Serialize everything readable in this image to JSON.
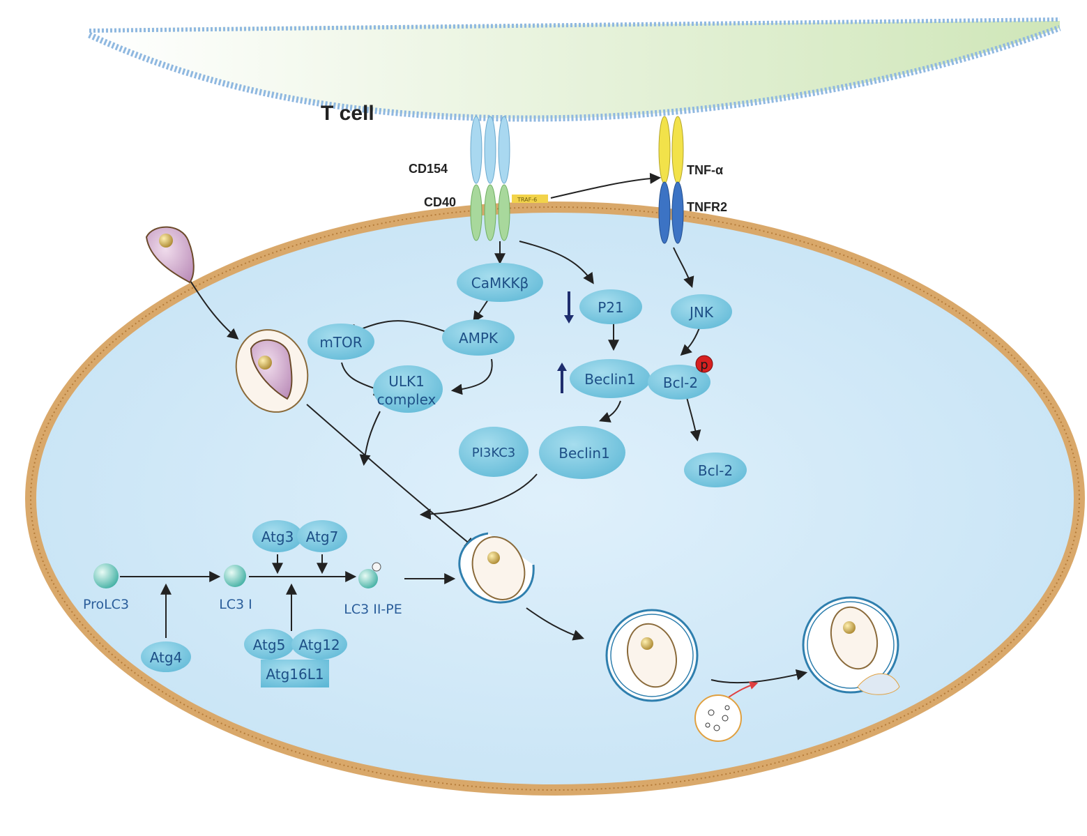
{
  "labels": {
    "t_cell": "T cell",
    "cd154": "CD154",
    "cd40": "CD40",
    "traf6": "TRAF-6",
    "tnf_alpha": "TNF-α",
    "tnfr2": "TNFR2",
    "phospho": "p"
  },
  "nodes": {
    "camkkb": "CaMKKβ",
    "ampk": "AMPK",
    "mtor": "mTOR",
    "ulk1_line1": "ULK1",
    "ulk1_line2": "complex",
    "p21": "P21",
    "beclin1_a": "Beclin1",
    "jnk": "JNK",
    "bcl2_a": "Bcl-2",
    "pi3kc3": "PI3KC3",
    "beclin1_b": "Beclin1",
    "bcl2_b": "Bcl-2",
    "atg3": "Atg3",
    "atg7": "Atg7",
    "atg4": "Atg4",
    "atg5": "Atg5",
    "atg12": "Atg12",
    "atg16l1": "Atg16L1",
    "prolc3": "ProLC3",
    "lc3i": "LC3 I",
    "lc3ii": "LC3 II-PE"
  },
  "colors": {
    "cell_fill": "#cfe8f8",
    "membrane": "#d9a86a",
    "node_fill": "#7fc9e0",
    "node_text": "#1d4f86",
    "tcell_gradient": "#cfe6b8",
    "tcell_membrane": "#8fb8e0",
    "cd154": "#a9d8f0",
    "cd40": "#a8d89c",
    "tnf": "#f2e24a",
    "tnfr2": "#3c73c4",
    "phospho": "#d62020",
    "up_down_arrow": "#1e2d6e"
  }
}
